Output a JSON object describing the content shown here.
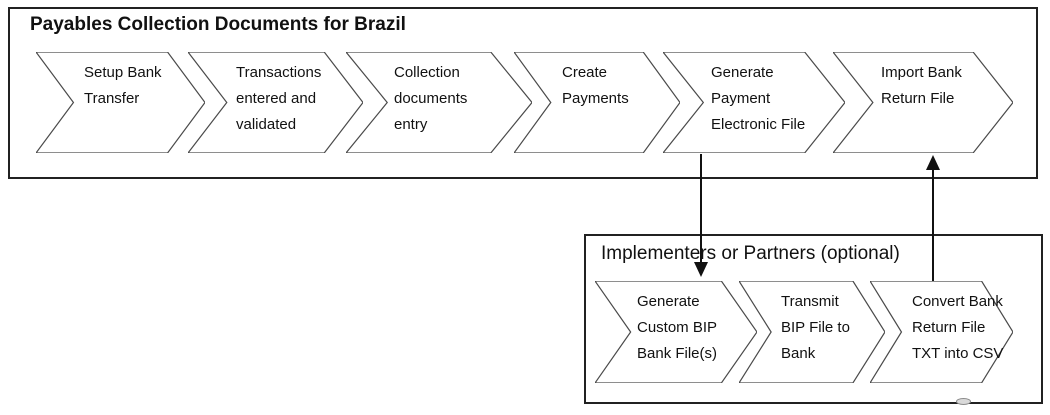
{
  "payables": {
    "title": "Payables Collection Documents for Brazil",
    "steps": [
      {
        "label": "Setup Bank Transfer",
        "lines": [
          "Setup Bank",
          "Transfer"
        ]
      },
      {
        "label": "Transactions entered and validated",
        "lines": [
          "Transactions",
          "entered and",
          "validated"
        ]
      },
      {
        "label": "Collection documents entry",
        "lines": [
          "Collection",
          "documents",
          "entry"
        ]
      },
      {
        "label": "Create Payments",
        "lines": [
          "Create",
          "Payments"
        ]
      },
      {
        "label": "Generate Payment Electronic File",
        "lines": [
          "Generate",
          "Payment",
          "Electronic File"
        ]
      },
      {
        "label": "Import Bank Return File",
        "lines": [
          "Import Bank",
          "Return File"
        ]
      }
    ]
  },
  "implementers": {
    "title": "Implementers or Partners (optional)",
    "steps": [
      {
        "label": "Generate Custom BIP Bank File(s)",
        "lines": [
          "Generate",
          "Custom BIP",
          "Bank File(s)"
        ]
      },
      {
        "label": "Transmit BIP File to Bank",
        "lines": [
          "Transmit",
          "BIP File to",
          "Bank"
        ]
      },
      {
        "label": "Convert Bank Return File TXT into CSV",
        "lines": [
          "Convert Bank",
          "Return File",
          "TXT into CSV"
        ]
      }
    ]
  },
  "connectors": [
    {
      "from": "Generate Payment Electronic File",
      "to": "Generate Custom BIP Bank File(s)",
      "direction": "down"
    },
    {
      "from": "Convert Bank Return File TXT into CSV",
      "to": "Import Bank Return File",
      "direction": "up"
    }
  ],
  "colors": {
    "background": "#ffffff",
    "box_border": "#212121",
    "chevron_border": "#4a4a4a",
    "text": "#111111",
    "arrow": "#111111"
  }
}
